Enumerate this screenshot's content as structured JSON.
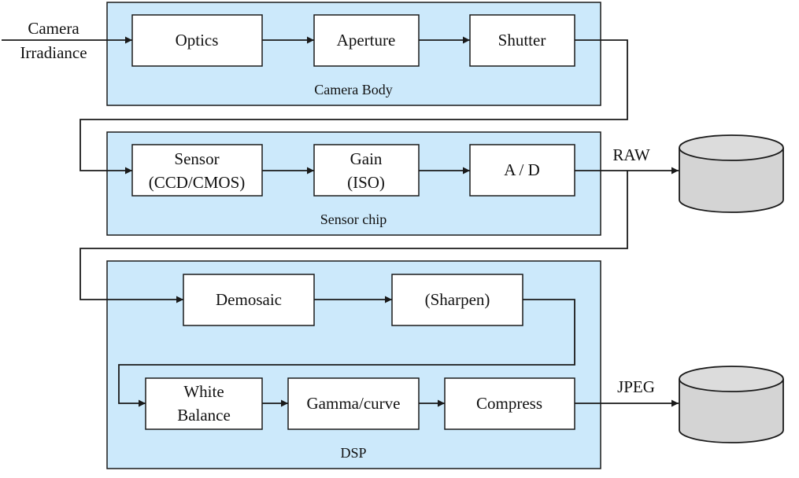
{
  "input": {
    "line1": "Camera",
    "line2": "Irradiance"
  },
  "groups": {
    "camera_body": "Camera Body",
    "sensor_chip": "Sensor chip",
    "dsp": "DSP"
  },
  "blocks": {
    "optics": "Optics",
    "aperture": "Aperture",
    "shutter": "Shutter",
    "sensor": {
      "line1": "Sensor",
      "line2": "(CCD/CMOS)"
    },
    "gain": {
      "line1": "Gain",
      "line2": "(ISO)"
    },
    "ad": "A / D",
    "demosaic": "Demosaic",
    "sharpen": "(Sharpen)",
    "white_balance": {
      "line1": "White",
      "line2": "Balance"
    },
    "gamma": "Gamma/curve",
    "compress": "Compress"
  },
  "outputs": {
    "raw": "RAW",
    "jpeg": "JPEG"
  }
}
